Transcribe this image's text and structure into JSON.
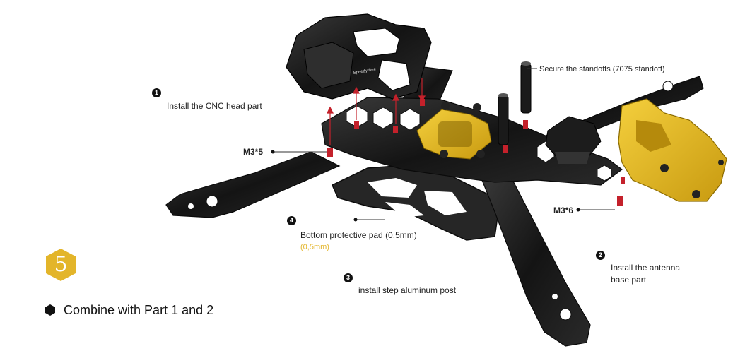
{
  "step": {
    "number": "5",
    "color": "#e3b52a",
    "title": "Combine with Part 1 and 2"
  },
  "callouts": {
    "c1": {
      "num": "1",
      "text": "Install the CNC head part"
    },
    "c2": {
      "num": "2",
      "line1": "Install the antenna",
      "line2": "base part"
    },
    "c3": {
      "num": "3",
      "text": "install step aluminum post"
    },
    "c4": {
      "num": "4",
      "text": "Bottom protective pad (0,5mm)",
      "sub": "(0,5mm)"
    },
    "standoff": {
      "text": "Secure the standoffs (7075 standoff)"
    },
    "m35": {
      "text": "M3*5"
    },
    "m36": {
      "text": "M3*6"
    }
  },
  "frame": {
    "carbon_color": "#1b1b1b",
    "accent_color": "#e2b522",
    "screw_color": "#c4212b",
    "head_logo": "Speedy Bee"
  }
}
